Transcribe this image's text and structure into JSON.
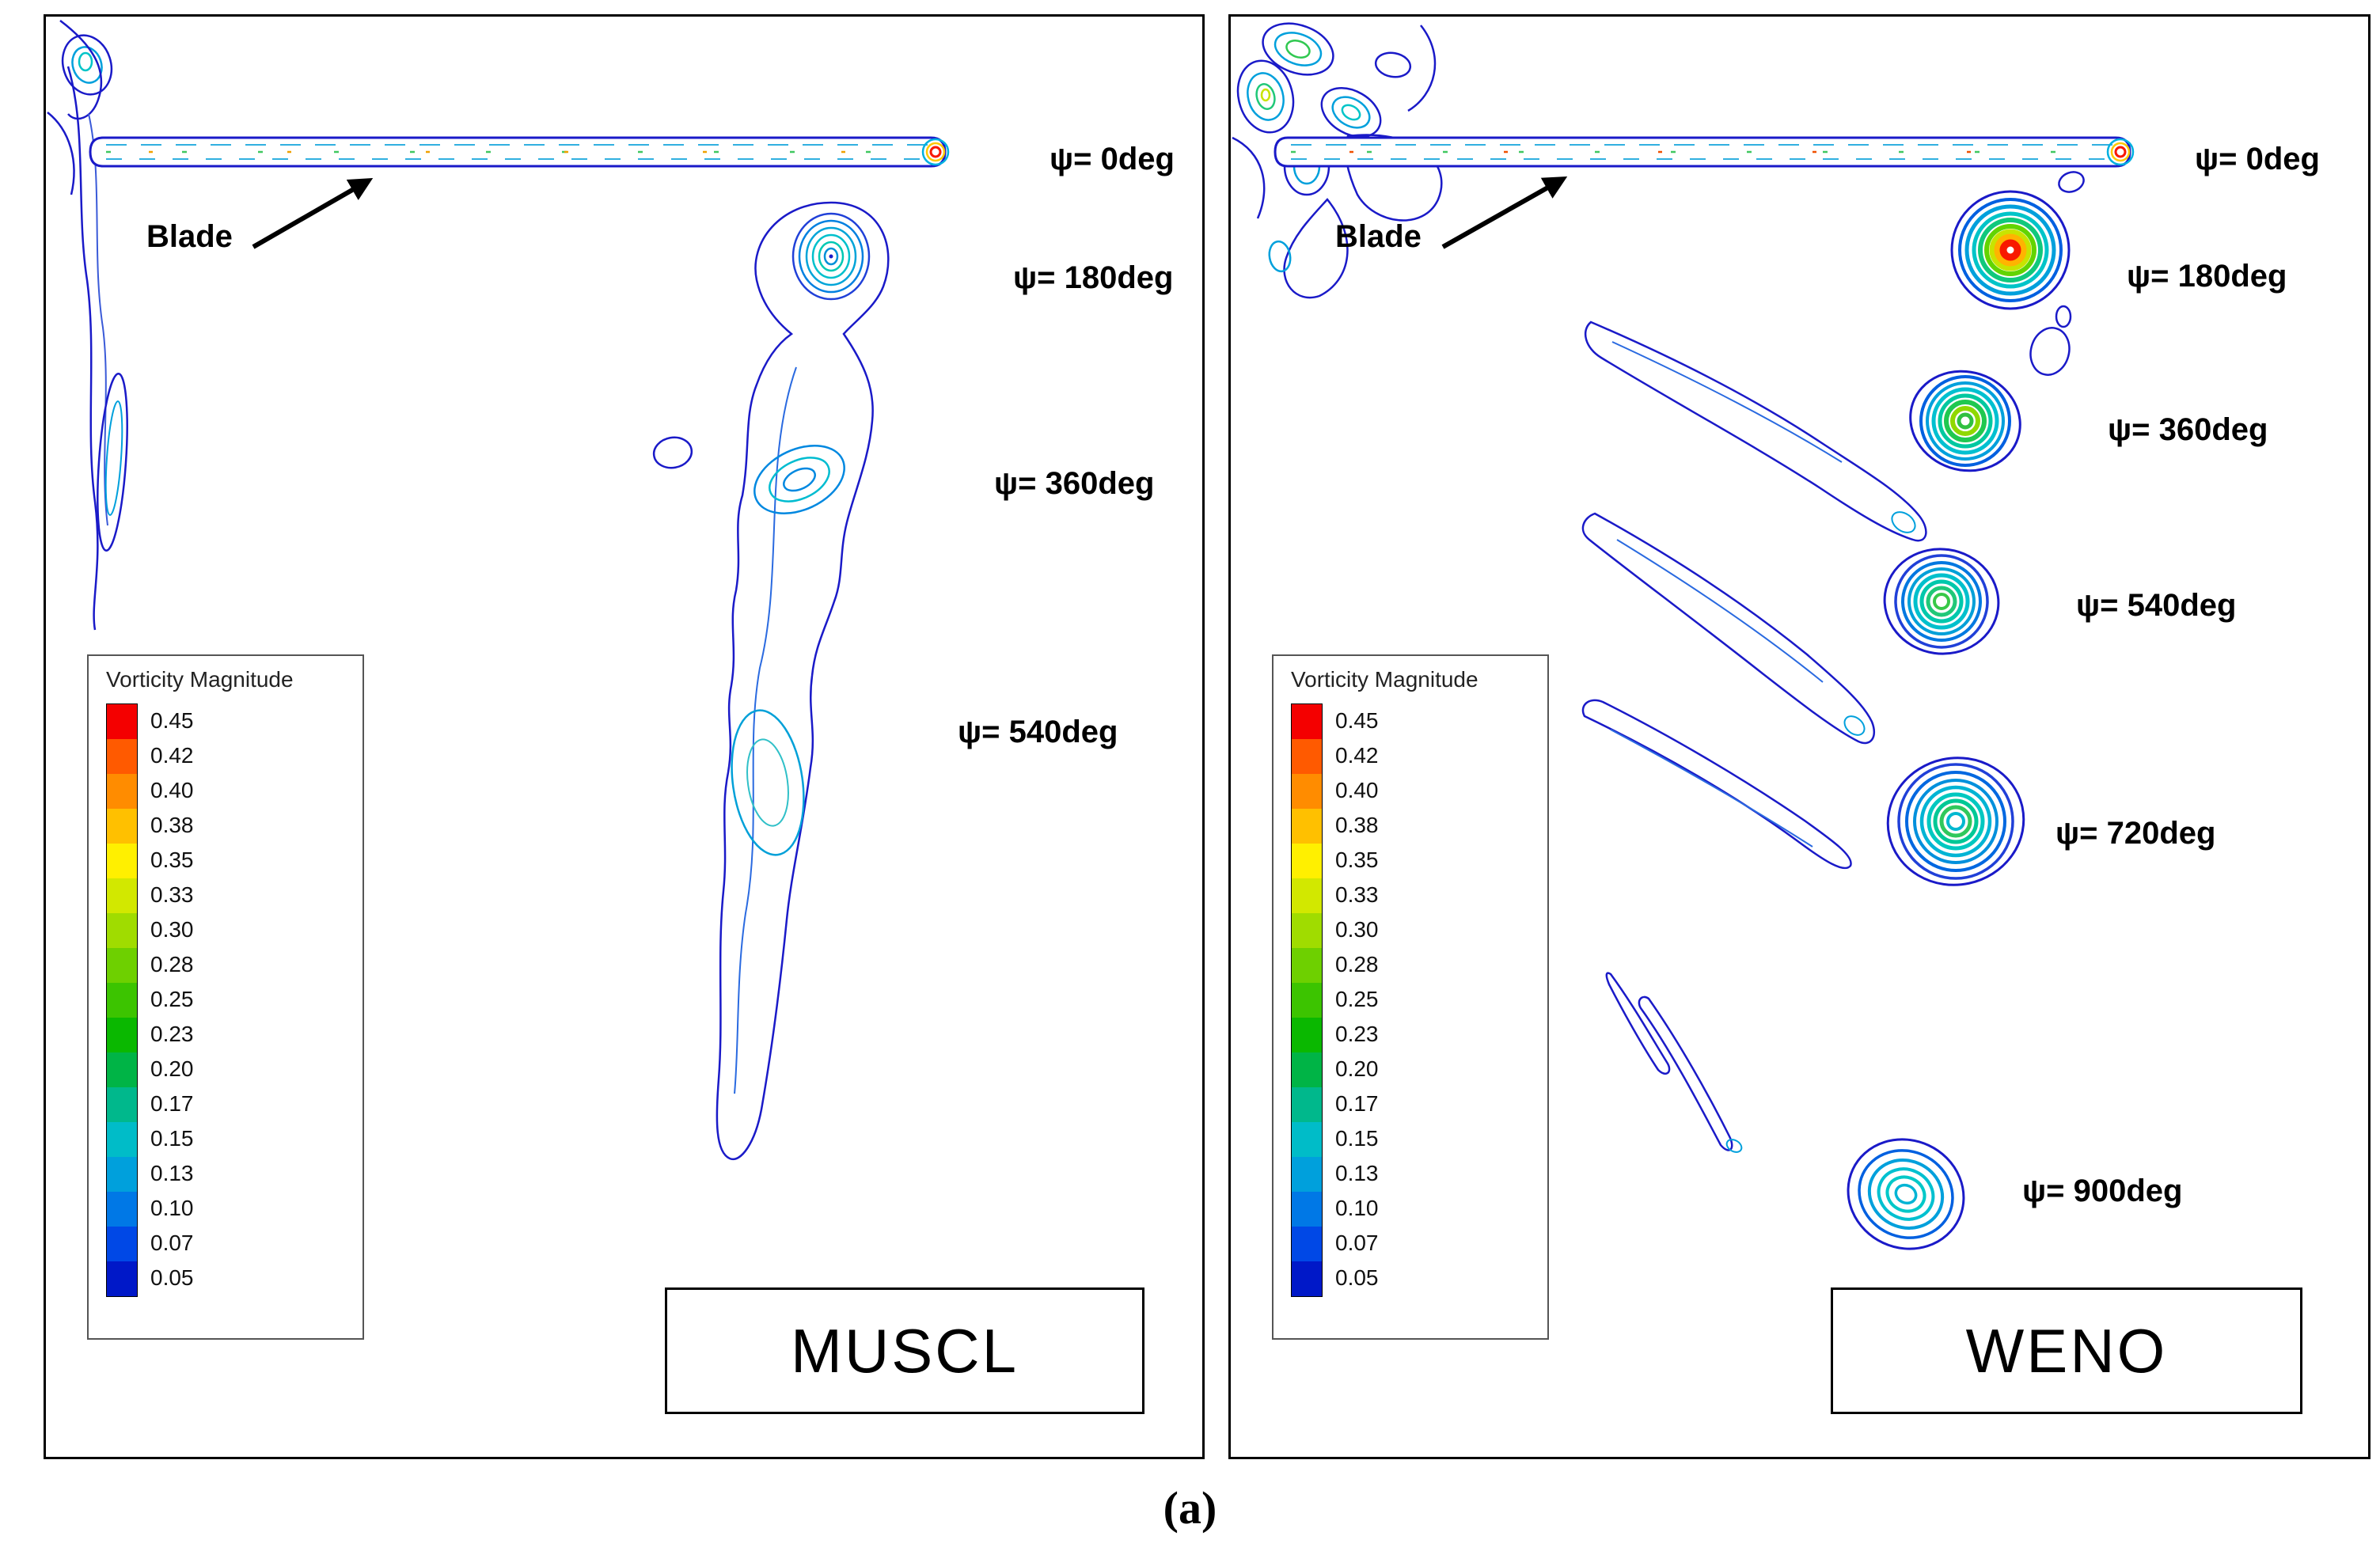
{
  "caption": "(a)",
  "legend": {
    "title": "Vorticity Magnitude",
    "levels": [
      {
        "value": "0.45",
        "color": "#f40000"
      },
      {
        "value": "0.42",
        "color": "#ff5a00"
      },
      {
        "value": "0.40",
        "color": "#ff8c00"
      },
      {
        "value": "0.38",
        "color": "#ffc000"
      },
      {
        "value": "0.35",
        "color": "#fff000"
      },
      {
        "value": "0.33",
        "color": "#d2e800"
      },
      {
        "value": "0.30",
        "color": "#a0dc00"
      },
      {
        "value": "0.28",
        "color": "#6ed000"
      },
      {
        "value": "0.25",
        "color": "#3cc400"
      },
      {
        "value": "0.23",
        "color": "#0ab800"
      },
      {
        "value": "0.20",
        "color": "#00b446"
      },
      {
        "value": "0.17",
        "color": "#00b88c"
      },
      {
        "value": "0.15",
        "color": "#00bcc8"
      },
      {
        "value": "0.13",
        "color": "#00a0dc"
      },
      {
        "value": "0.10",
        "color": "#0078e6"
      },
      {
        "value": "0.07",
        "color": "#0048e6"
      },
      {
        "value": "0.05",
        "color": "#0018c8"
      }
    ]
  },
  "panels": [
    {
      "method": "MUSCL",
      "blade_label": "Blade",
      "psi": [
        "ψ= 0deg",
        "ψ= 180deg",
        "ψ= 360deg",
        "ψ= 540deg"
      ]
    },
    {
      "method": "WENO",
      "blade_label": "Blade",
      "psi": [
        "ψ= 0deg",
        "ψ= 180deg",
        "ψ= 360deg",
        "ψ= 540deg",
        "ψ= 720deg",
        "ψ= 900deg"
      ]
    }
  ],
  "chart_data": [
    {
      "type": "contour",
      "title": "MUSCL",
      "variable": "Vorticity Magnitude",
      "contour_levels": [
        0.05,
        0.07,
        0.1,
        0.13,
        0.15,
        0.17,
        0.2,
        0.23,
        0.25,
        0.28,
        0.3,
        0.33,
        0.35,
        0.38,
        0.4,
        0.42,
        0.45
      ],
      "annotations": [
        "Blade",
        "ψ= 0deg",
        "ψ= 180deg",
        "ψ= 360deg",
        "ψ= 540deg"
      ],
      "features": [
        {
          "name": "blade-section",
          "wake_age_deg": 0
        },
        {
          "name": "tip-vortex",
          "wake_age_deg": 180,
          "approx_peak_level": 0.17
        },
        {
          "name": "tip-vortex",
          "wake_age_deg": 360,
          "approx_peak_level": 0.15
        },
        {
          "name": "tip-vortex",
          "wake_age_deg": 540,
          "approx_peak_level": 0.13
        }
      ],
      "legend_position": "left-middle"
    },
    {
      "type": "contour",
      "title": "WENO",
      "variable": "Vorticity Magnitude",
      "contour_levels": [
        0.05,
        0.07,
        0.1,
        0.13,
        0.15,
        0.17,
        0.2,
        0.23,
        0.25,
        0.28,
        0.3,
        0.33,
        0.35,
        0.38,
        0.4,
        0.42,
        0.45
      ],
      "annotations": [
        "Blade",
        "ψ= 0deg",
        "ψ= 180deg",
        "ψ= 360deg",
        "ψ= 540deg",
        "ψ= 720deg",
        "ψ= 900deg"
      ],
      "features": [
        {
          "name": "blade-section",
          "wake_age_deg": 0
        },
        {
          "name": "tip-vortex",
          "wake_age_deg": 180,
          "approx_peak_level": 0.45
        },
        {
          "name": "tip-vortex",
          "wake_age_deg": 360,
          "approx_peak_level": 0.33
        },
        {
          "name": "tip-vortex",
          "wake_age_deg": 540,
          "approx_peak_level": 0.25
        },
        {
          "name": "tip-vortex",
          "wake_age_deg": 720,
          "approx_peak_level": 0.23
        },
        {
          "name": "tip-vortex",
          "wake_age_deg": 900,
          "approx_peak_level": 0.15
        }
      ],
      "legend_position": "left-middle"
    }
  ]
}
